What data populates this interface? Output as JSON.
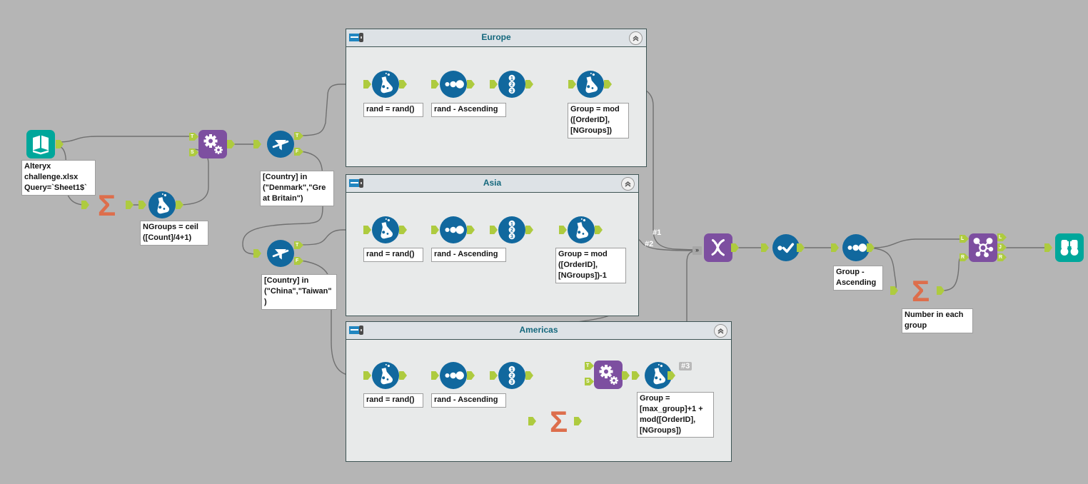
{
  "app": "alteryx-workflow-canvas",
  "containers": {
    "europe": {
      "title": "Europe"
    },
    "asia": {
      "title": "Asia"
    },
    "americas": {
      "title": "Americas"
    }
  },
  "tool_labels": {
    "input": "Alteryx\nchallenge.xlsx\nQuery=`Sheet1$`",
    "ngroups": "NGroups = ceil\n([Count]/4+1)",
    "filter_europe": "[Country] in\n(\"Denmark\",\"Gre\nat Britain\")",
    "filter_asia": "[Country] in\n(\"China\",\"Taiwan\"\n)",
    "europe_rand": "rand = rand()",
    "europe_sort": "rand - Ascending",
    "europe_group": "Group = mod\n([OrderID],\n[NGroups])",
    "asia_rand": "rand = rand()",
    "asia_sort": "rand - Ascending",
    "asia_group": "Group = mod\n([OrderID],\n[NGroups])-1",
    "americas_rand": "rand = rand()",
    "americas_sort": "rand - Ascending",
    "americas_group": "Group =\n[max_group]+1 +\nmod([OrderID],\n[NGroups])",
    "sort_group": "Group -\nAscending",
    "count_groups": "Number in each\ngroup"
  },
  "connection_labels": {
    "first": "#1",
    "second": "#2",
    "third": "#3"
  },
  "anchors": {
    "t": "T",
    "s": "S",
    "f": "F",
    "l": "L",
    "r": "R",
    "j": "J",
    "union_multi": "»"
  },
  "record_id_digits": [
    "1",
    "2",
    "3"
  ],
  "icons": [
    "book-icon",
    "sigma-icon",
    "flask-icon",
    "gears-icon",
    "filter-icon",
    "sort-icon",
    "record-id-icon",
    "union-icon",
    "select-icon",
    "join-icon",
    "binoculars-icon",
    "container-icon",
    "collapse-icon"
  ],
  "colors": {
    "canvas": "#b5b5b5",
    "tool_blue": "#11689e",
    "tool_purple": "#7d4fa0",
    "tool_teal": "#00a79b",
    "sigma_orange": "#dd6e4c",
    "anchor_green": "#aecb3f",
    "container_body": "#e8eaea",
    "container_header": "#dde2e6",
    "container_border": "#3e5454",
    "container_title": "#15687d",
    "wire": "#707070"
  }
}
